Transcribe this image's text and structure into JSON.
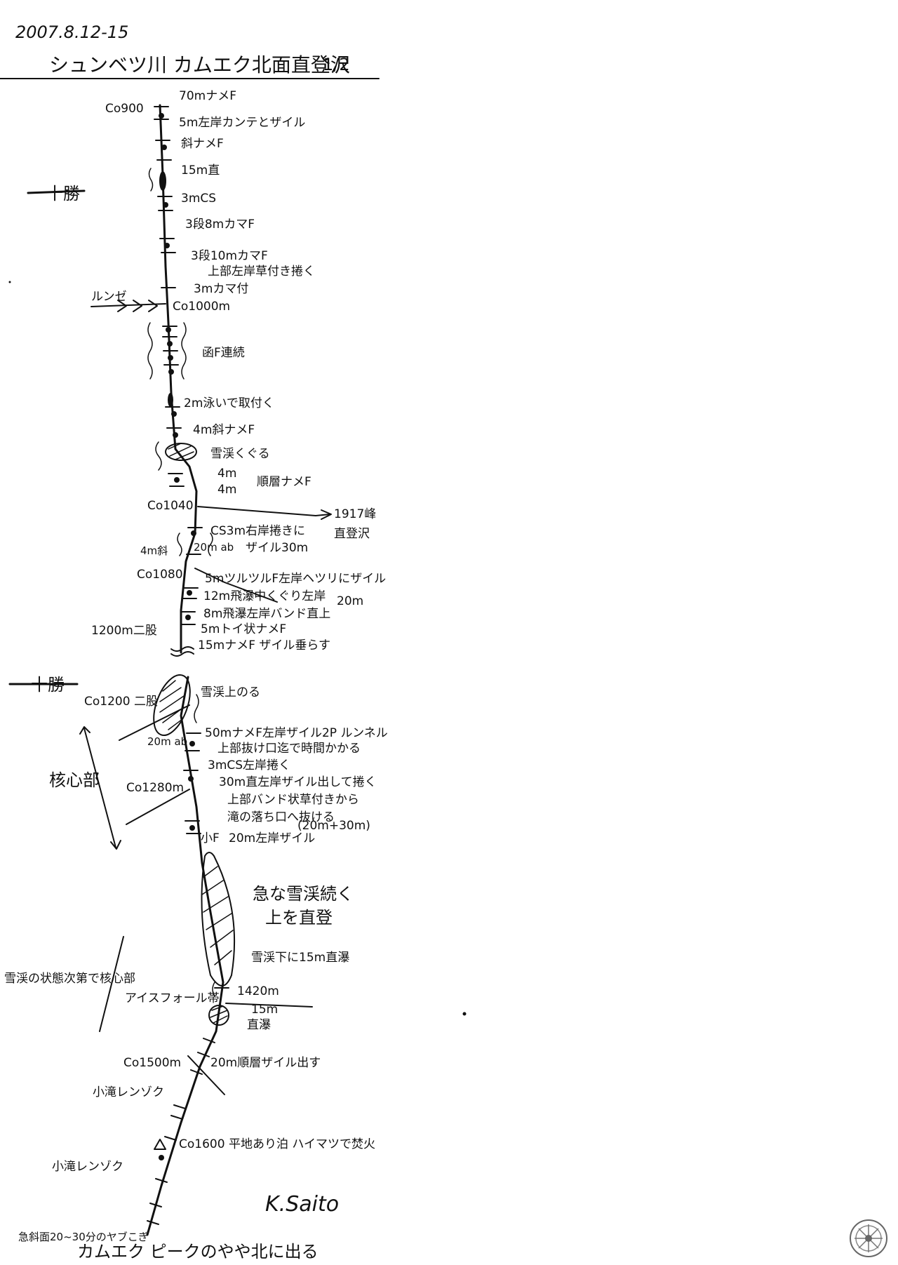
{
  "header": {
    "date": "2007.8.12-15",
    "title": "シュンベツ川 カムエク北面直登沢",
    "page": "1/2"
  },
  "day_marks": [
    "十勝",
    "十勝"
  ],
  "side_labels": {
    "core": "核心部",
    "snow_core": "雪渓の状態次第で核心部",
    "runze": "ルンゼ",
    "ice_fall": "アイスフォール帯"
  },
  "elevations": {
    "co900": "Co900",
    "co1000": "Co1000m",
    "co1040": "Co1040",
    "co1080": "Co1080",
    "fork1200": "1200m二股",
    "co1200": "Co1200 二股",
    "co1280": "Co1280m",
    "co1420": "1420m",
    "co1500": "Co1500m",
    "co1600": "Co1600 平地あり泊 ハイマツで焚火"
  },
  "notes": {
    "n01": "70mナメF",
    "n02": "5m左岸カンテとザイル",
    "n03": "斜ナメF",
    "n04": "15m直",
    "n05": "3mCS",
    "n06": "3段8mカマF",
    "n07": "3段10mカマF",
    "n08": "上部左岸草付き捲く",
    "n09": "3mカマ付",
    "n10": "函F連続",
    "n11": "2m泳いで取付く",
    "n12": "4m斜ナメF",
    "n13": "雪渓くぐる",
    "n14": "4m",
    "n15": "4m",
    "n16": "順層ナメF",
    "n17": "1917峰",
    "n18": "直登沢",
    "n19": "CS3m右岸捲きに",
    "n20": "ザイル30m",
    "n21": "20m ab",
    "n22": "4m斜",
    "n23": "5mツルツルF左岸ヘツリにザイル",
    "n24": "20m",
    "n25": "12m飛瀑中くぐり左岸",
    "n26": "8m飛瀑左岸バンド直上",
    "n27": "5mトイ状ナメF",
    "n28": "15mナメF ザイル垂らす",
    "n29": "雪渓上のる",
    "n30": "50mナメF左岸ザイル2P ルンネル",
    "n31": "上部抜け口迄で時間かかる",
    "n32": "20m ab",
    "n33": "3mCS左岸捲く",
    "n34": "30m直左岸ザイル出して捲く",
    "n35": "上部バンド状草付きから",
    "n36": "滝の落ち口へ抜ける",
    "n37": "(20m+30m)",
    "n38": "20m左岸ザイル",
    "n39": "小F",
    "n40": "急な雪渓続く",
    "n41": "上を直登",
    "n42": "雪渓下に15m直瀑",
    "n43": "15m",
    "n44": "直瀑",
    "n45": "20m順層ザイル出す",
    "n46": "小滝レンゾク",
    "n47": "小滝レンゾク",
    "n48": "急斜面20~30分のヤブこぎ",
    "n49": "カムエク ピークのやや北に出る"
  },
  "signature": "K.Saito"
}
